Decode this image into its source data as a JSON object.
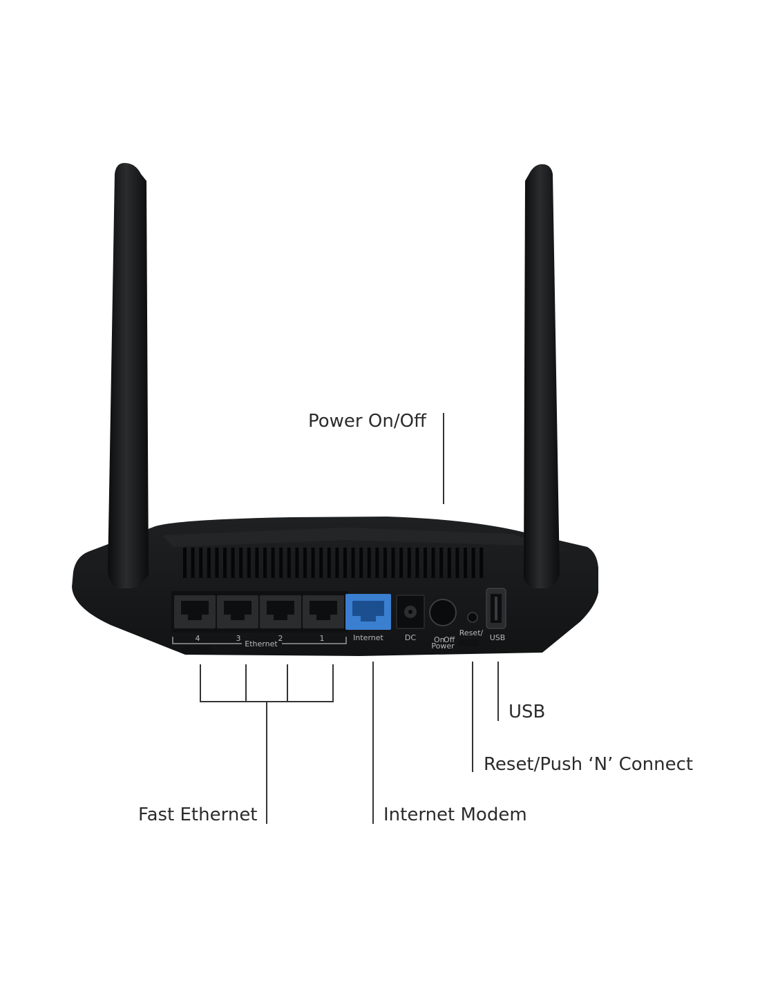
{
  "callouts": {
    "power": "Power On/Off",
    "usb": "USB",
    "reset": "Reset/Push ‘N’ Connect",
    "ethernet": "Fast Ethernet",
    "internet": "Internet Modem"
  },
  "device_labels": {
    "ethernet_group": "Ethernet",
    "port_4": "4",
    "port_3": "3",
    "port_2": "2",
    "port_1": "1",
    "internet_port": "Internet",
    "dc": "DC",
    "on": "On",
    "off": "Off",
    "power": "Power",
    "reset": "Reset/",
    "usb": "USB"
  },
  "colors": {
    "device_body": "#151617",
    "internet_port": "#3a7fd0",
    "leader_line": "#333333",
    "callout_text": "#2b2b2b"
  }
}
